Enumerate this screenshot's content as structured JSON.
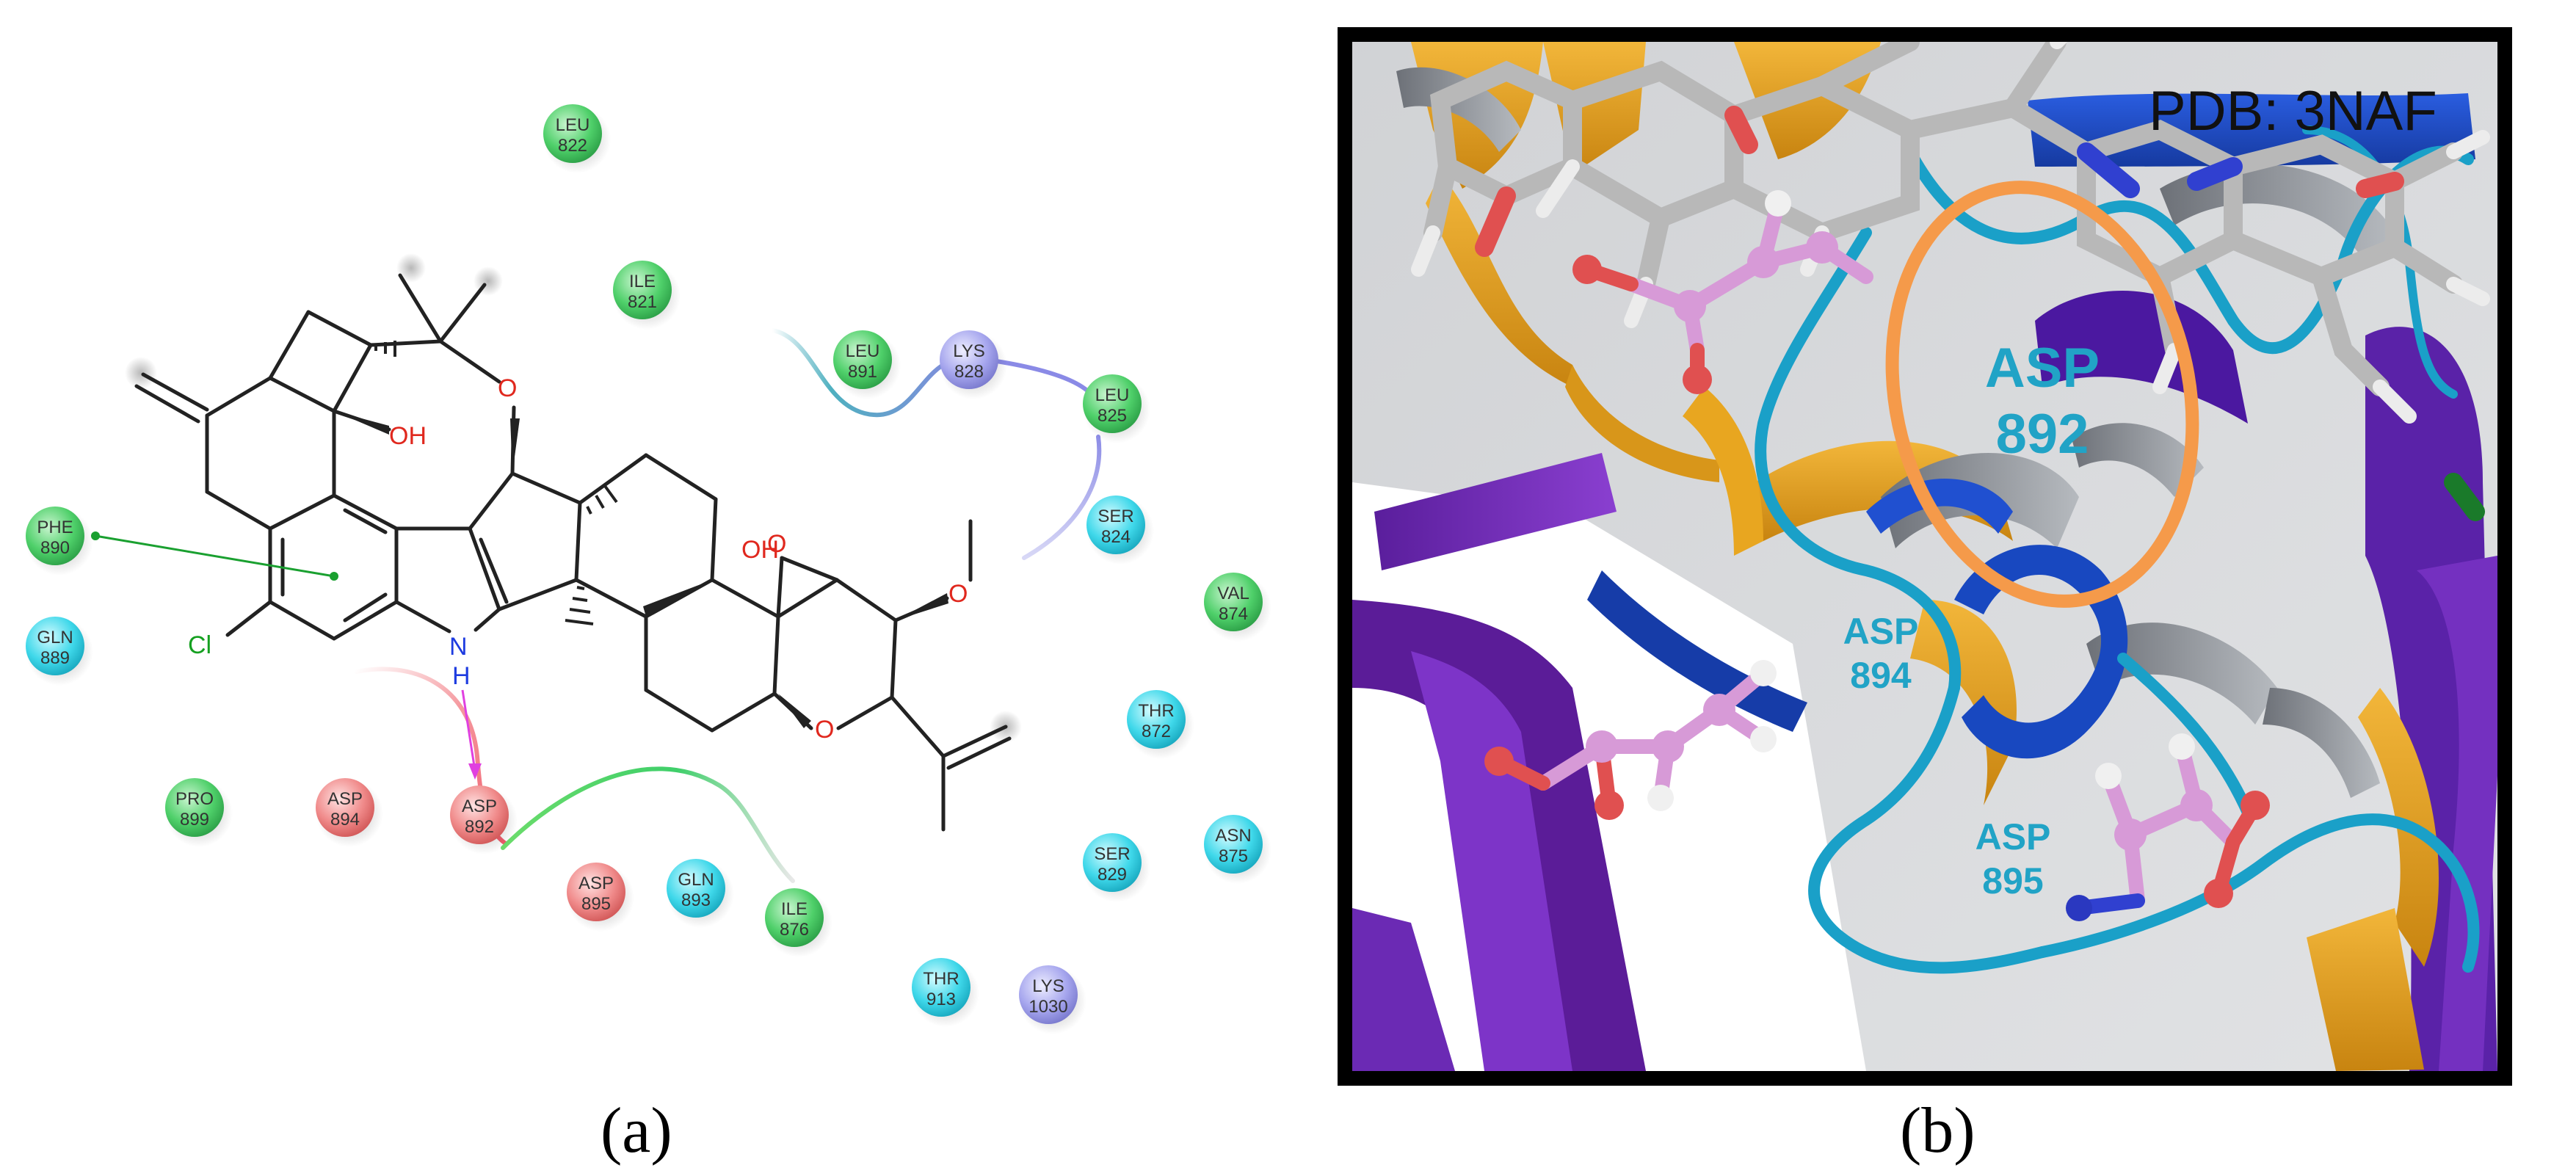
{
  "panel_a": {
    "caption": "(a)",
    "atom_labels": {
      "oh": "OH",
      "o_ring": "O",
      "o_epoxide": "O",
      "oh_epoxide": "OH",
      "o_methoxy": "O",
      "o_pyran": "O",
      "n_indole": "N",
      "h_indole": "H",
      "cl": "Cl"
    },
    "residues": [
      {
        "name": "LEU",
        "num": "822",
        "type": "hydrophobic"
      },
      {
        "name": "ILE",
        "num": "821",
        "type": "hydrophobic"
      },
      {
        "name": "LEU",
        "num": "891",
        "type": "hydrophobic"
      },
      {
        "name": "LYS",
        "num": "828",
        "type": "positive"
      },
      {
        "name": "LEU",
        "num": "825",
        "type": "hydrophobic"
      },
      {
        "name": "SER",
        "num": "824",
        "type": "polar"
      },
      {
        "name": "PHE",
        "num": "890",
        "type": "hydrophobic"
      },
      {
        "name": "GLN",
        "num": "889",
        "type": "polar"
      },
      {
        "name": "VAL",
        "num": "874",
        "type": "hydrophobic"
      },
      {
        "name": "THR",
        "num": "872",
        "type": "polar"
      },
      {
        "name": "PRO",
        "num": "899",
        "type": "hydrophobic"
      },
      {
        "name": "ASP",
        "num": "894",
        "type": "negative"
      },
      {
        "name": "ASP",
        "num": "892",
        "type": "negative"
      },
      {
        "name": "ASN",
        "num": "875",
        "type": "polar"
      },
      {
        "name": "SER",
        "num": "829",
        "type": "polar"
      },
      {
        "name": "ASP",
        "num": "895",
        "type": "negative"
      },
      {
        "name": "GLN",
        "num": "893",
        "type": "polar"
      },
      {
        "name": "ILE",
        "num": "876",
        "type": "hydrophobic"
      },
      {
        "name": "THR",
        "num": "913",
        "type": "polar"
      },
      {
        "name": "LYS",
        "num": "1030",
        "type": "positive"
      }
    ],
    "colors": {
      "hydrophobic": "#4fd06a",
      "polar": "#3fd8ea",
      "positive": "#a6a6ee",
      "negative": "#f08a8a",
      "bond": "#222222",
      "oxygen": "#e0281e",
      "nitrogen": "#1e3ce0",
      "chlorine": "#15a020",
      "hbond_arrow": "#e040e0",
      "pi_stack": "#1aa030"
    }
  },
  "panel_b": {
    "caption": "(b)",
    "pdb_label": "PDB: 3NAF",
    "residue_labels": [
      {
        "name": "ASP",
        "num": "892"
      },
      {
        "name": "ASP",
        "num": "894"
      },
      {
        "name": "ASP",
        "num": "895"
      }
    ],
    "colors": {
      "orange_ribbon": "#e3a21a",
      "purple_ribbon": "#6e2fb0",
      "blue_ribbon": "#1f4fc8",
      "cyan_tube": "#1aa0c8",
      "ligand": "#b0b0b0",
      "residue_sticks": "#d79ad7",
      "highlight_ring": "#f59a4a",
      "residue_text": "#21a3c6"
    }
  }
}
